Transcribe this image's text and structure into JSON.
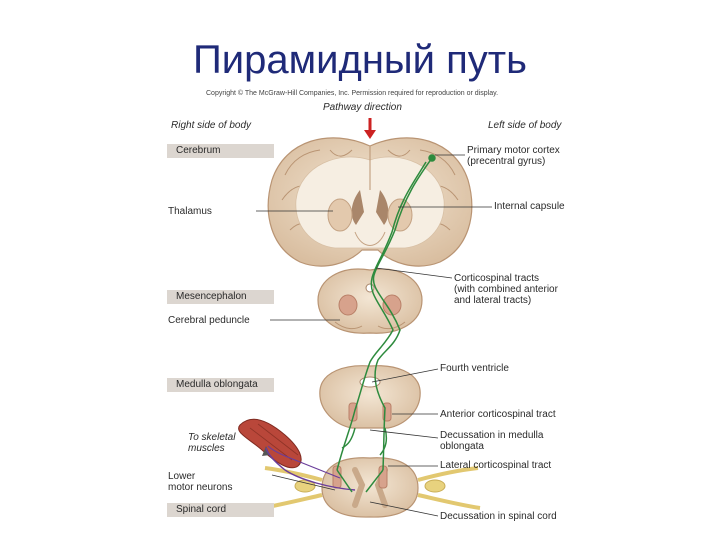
{
  "title": "Пирамидный путь",
  "copyright": "Copyright © The McGraw-Hill Companies, Inc. Permission required for reproduction or display.",
  "pathway_direction": "Pathway direction",
  "right_side": "Right side of body",
  "left_side": "Left side of body",
  "left_boxes": {
    "cerebrum": "Cerebrum",
    "mesencephalon": "Mesencephalon",
    "medulla": "Medulla oblongata",
    "spinal": "Spinal cord"
  },
  "left_labels": {
    "thalamus": "Thalamus",
    "peduncle": "Cerebral peduncle",
    "muscles_1": "To skeletal",
    "muscles_2": "muscles",
    "lower_1": "Lower",
    "lower_2": "motor neurons"
  },
  "right_labels": {
    "motor_cortex_1": "Primary motor cortex",
    "motor_cortex_2": "(precentral gyrus)",
    "internal_capsule": "Internal capsule",
    "corticospinal_1": "Corticospinal tracts",
    "corticospinal_2": "(with combined anterior",
    "corticospinal_3": "and lateral tracts)",
    "fourth_ventricle": "Fourth ventricle",
    "anterior_tract": "Anterior corticospinal tract",
    "decussation_medulla_1": "Decussation in medulla",
    "decussation_medulla_2": "oblongata",
    "lateral_tract": "Lateral corticospinal tract",
    "decussation_spinal": "Decussation in spinal cord"
  },
  "colors": {
    "title": "#1f2a78",
    "tissue": "#ecdcc8",
    "tissue_dark": "#c9a98a",
    "tract": "#2e8b3e",
    "arrow": "#cc2222",
    "box": "#dcd6d0"
  }
}
